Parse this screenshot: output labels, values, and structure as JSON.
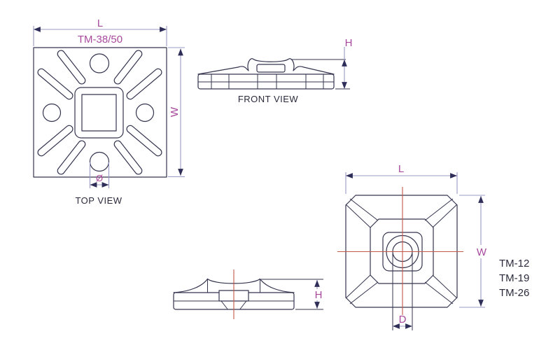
{
  "drawing": {
    "views": {
      "top_view_label": "TOP VIEW",
      "front_view_label": "FRONT VIEW"
    },
    "models": {
      "large": "TM-38/50",
      "small_list": [
        "TM-12",
        "TM-19",
        "TM-26"
      ]
    },
    "dimensions": {
      "length": "L",
      "width": "W",
      "height": "H",
      "diameter": "Ø",
      "hole": "D"
    },
    "colors": {
      "outline": "#34344f",
      "dimension": "#9898c4",
      "arrow": "#2e2e58",
      "label": "#a8499c",
      "centerline": "#c25847",
      "text": "#2a2a3c",
      "background": "#ffffff"
    }
  }
}
